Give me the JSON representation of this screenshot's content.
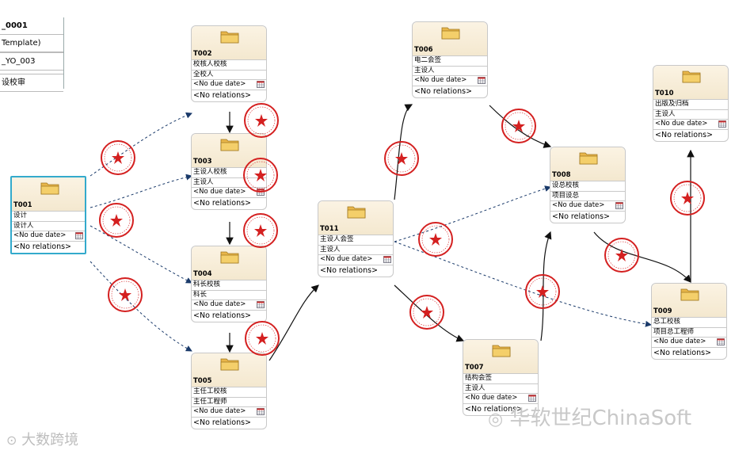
{
  "topleft_panel": {
    "rows": [
      "_0001",
      "Template)",
      "",
      "_YO_003",
      "",
      "设校审"
    ]
  },
  "nodes": [
    {
      "id": "T001",
      "lines": [
        "设计",
        "设计人"
      ],
      "due": "<No due date>",
      "relations": "<No relations>"
    },
    {
      "id": "T002",
      "lines": [
        "校核人校核",
        "全校人"
      ],
      "due": "<No due date>",
      "relations": "<No relations>"
    },
    {
      "id": "T003",
      "lines": [
        "主设人校核",
        "主设人"
      ],
      "due": "<No due date>",
      "relations": "<No relations>"
    },
    {
      "id": "T004",
      "lines": [
        "科长校核",
        "科长"
      ],
      "due": "<No due date>",
      "relations": "<No relations>"
    },
    {
      "id": "T005",
      "lines": [
        "主任工校核",
        "主任工程师"
      ],
      "due": "<No due date>",
      "relations": "<No relations>"
    },
    {
      "id": "T011",
      "lines": [
        "主设人会签",
        "主设人"
      ],
      "due": "<No due date>",
      "relations": "<No relations>"
    },
    {
      "id": "T006",
      "lines": [
        "电二会签",
        "主设人"
      ],
      "due": "<No due date>",
      "relations": "<No relations>"
    },
    {
      "id": "T007",
      "lines": [
        "结构会签",
        "主设人"
      ],
      "due": "<No due date>",
      "relations": "<No relations>"
    },
    {
      "id": "T008",
      "lines": [
        "设总校核",
        "项目设总"
      ],
      "due": "<No due date>",
      "relations": "<No relations>"
    },
    {
      "id": "T009",
      "lines": [
        "总工校核",
        "项目总工程师"
      ],
      "due": "<No due date>",
      "relations": "<No relations>"
    },
    {
      "id": "T010",
      "lines": [
        "出版及归档",
        "主设人"
      ],
      "due": "<No due date>",
      "relations": "<No relations>"
    }
  ],
  "watermarks": {
    "bottom_left": "大数跨境",
    "bottom_right": "华软世纪ChinaSoft"
  },
  "colors": {
    "selected_border": "#33aacc",
    "seal_red": "#d42020",
    "arrow_dark": "#111111",
    "arrow_dashed": "#1a3a6a",
    "header_fill": "#f4e8cf"
  }
}
